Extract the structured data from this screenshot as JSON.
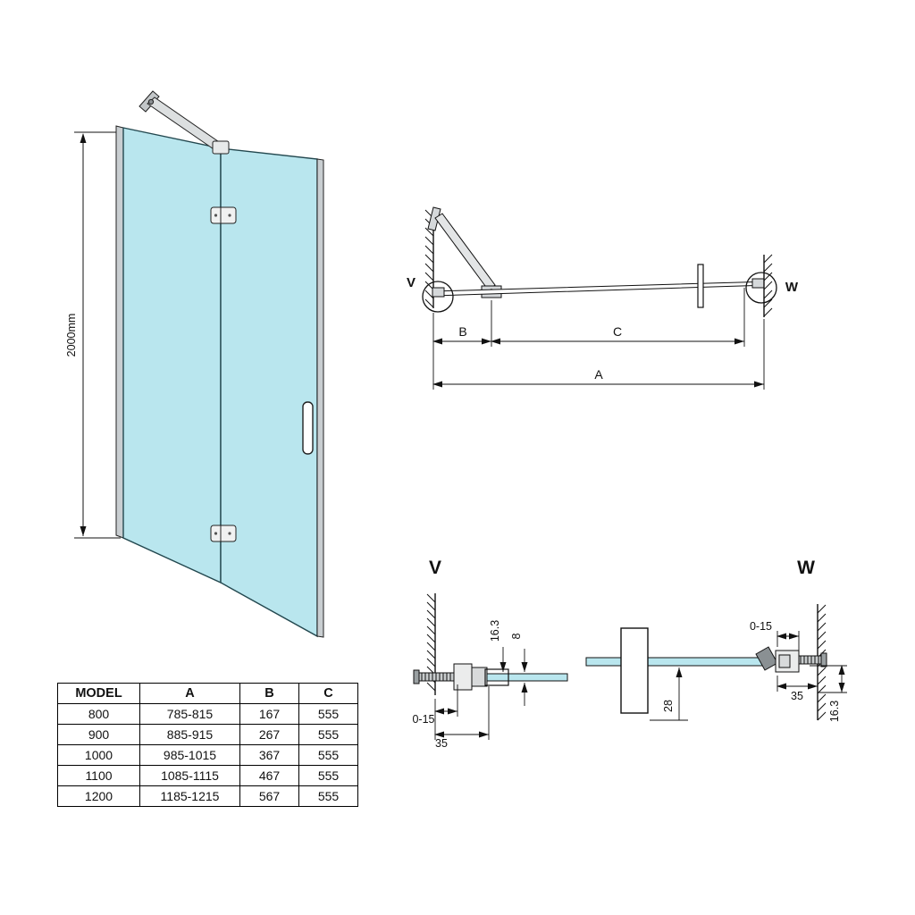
{
  "front_view": {
    "height_dim": "2000mm"
  },
  "plan_view": {
    "marker_v": "V",
    "marker_w": "W",
    "dim_b": "B",
    "dim_c": "C",
    "dim_a": "A"
  },
  "details": {
    "v": {
      "title": "V",
      "dim_height": "16.3",
      "dim_glass": "8",
      "dim_adjust": "0-15",
      "dim_offset": "35"
    },
    "w": {
      "title": "W",
      "dim_adjust": "0-15",
      "dim_offset": "35",
      "dim_bar": "28",
      "dim_height": "16.3"
    }
  },
  "table": {
    "headers": [
      "MODEL",
      "A",
      "B",
      "C"
    ],
    "rows": [
      [
        "800",
        "785-815",
        "167",
        "555"
      ],
      [
        "900",
        "885-915",
        "267",
        "555"
      ],
      [
        "1000",
        "985-1015",
        "367",
        "555"
      ],
      [
        "1100",
        "1085-1115",
        "467",
        "555"
      ],
      [
        "1200",
        "1185-1215",
        "567",
        "555"
      ]
    ]
  },
  "colors": {
    "glass": "#b9e6ee",
    "line": "#111111"
  }
}
